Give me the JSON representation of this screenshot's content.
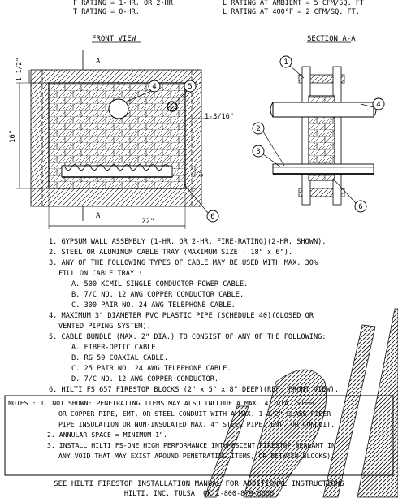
{
  "header": {
    "left_lines": [
      "F RATING = 1-HR. OR 2-HR.",
      "T RATING = 0-HR."
    ],
    "right_lines": [
      "L RATING AT AMBIENT = 5 CFM/SQ. FT.",
      "L RATING AT 400°F = 2 CFM/SQ. FT."
    ]
  },
  "views": {
    "front_title": "FRONT VIEW",
    "section_title": "SECTION A-A",
    "section_marker_top": "A",
    "section_marker_bottom": "A"
  },
  "dimensions": {
    "top_offset": "1-1/2\"",
    "height": "16\"",
    "cable_gap": "1-3/16\"",
    "tray_height": "6\"",
    "width": "22\""
  },
  "callouts": {
    "front": [
      "4",
      "5",
      "6"
    ],
    "section": [
      "1",
      "4",
      "2",
      "3",
      "6"
    ]
  },
  "notes": [
    "1. GYPSUM WALL ASSEMBLY (1-HR. OR 2-HR. FIRE-RATING)(2-HR. SHOWN).",
    "2. STEEL OR ALUMINUM CABLE TRAY (MAXIMUM SIZE : 18\" x 6\").",
    "3. ANY OF THE FOLLOWING TYPES OF CABLE MAY BE USED WITH MAX. 30%",
    "FILL ON CABLE TRAY :",
    "A. 500 KCMIL SINGLE CONDUCTOR POWER CABLE.",
    "B. 7/C NO. 12 AWG COPPER CONDUCTOR CABLE.",
    "C. 300 PAIR NO. 24 AWG TELEPHONE CABLE.",
    "4. MAXIMUM 3\" DIAMETER PVC PLASTIC PIPE (SCHEDULE 40)(CLOSED OR",
    "VENTED PIPING SYSTEM).",
    "5. CABLE BUNDLE (MAX. 2\" DIA.) TO CONSIST OF ANY OF THE FOLLOWING:",
    "A. FIBER-OPTIC CABLE.",
    "B. RG 59 COAXIAL CABLE.",
    "C. 25 PAIR NO. 24 AWG TELEPHONE CABLE.",
    "D. 7/C NO. 12 AWG COPPER CONDUCTOR.",
    "6. HILTI FS 657 FIRESTOP BLOCKS (2\" x 5\" x 8\" DEEP)(REF: FRONT VIEW)."
  ],
  "notes_box": [
    "NOTES : 1. NOT SHOWN: PENETRATING ITEMS MAY ALSO INCLUDE A MAX. 4\" DIA. STEEL",
    "OR COPPER PIPE, EMT, OR STEEL CONDUIT WITH A MAX. 1-1/2\" GLASS-FIBER",
    "PIPE INSULATION OR NON-INSULATED MAX. 4\" STEEL PIPE, EMT, OR CONDUIT.",
    "2. ANNULAR SPACE = MINIMUM 1\".",
    "3. INSTALL HILTI FS-ONE HIGH PERFORMANCE INTUMESCENT FIRESTOP SEALANT IN",
    "ANY VOID THAT MAY EXIST AROUND PENETRATING ITEMS, OR BETWEEN BLOCKS)."
  ],
  "footer": [
    "SEE HILTI FIRESTOP INSTALLATION MANUAL FOR ADDITIONAL INSTRUCTIONS",
    "HILTI, INC. TULSA, OK 1-800-879-8000"
  ]
}
